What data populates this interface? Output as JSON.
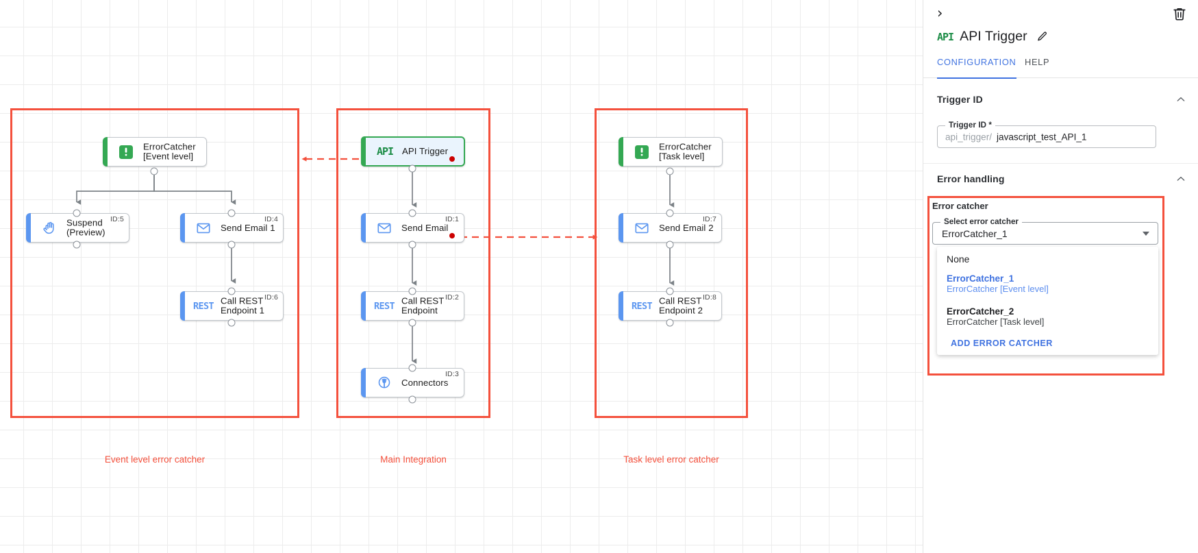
{
  "canvas": {
    "groups": [
      {
        "id": "event-level",
        "label": "Event level error catcher"
      },
      {
        "id": "main-integration",
        "label": "Main Integration"
      },
      {
        "id": "task-level",
        "label": "Task level error catcher"
      }
    ],
    "nodes": [
      {
        "key": "errorcatcher_event",
        "label": "ErrorCatcher\n[Event level]",
        "icon": "error-catcher-icon",
        "id_badge": "",
        "accent": "green",
        "has_error_dot": false
      },
      {
        "key": "suspend",
        "label": "Suspend\n(Preview)",
        "icon": "hand-icon",
        "id_badge": "ID:5",
        "accent": "blue",
        "has_error_dot": false
      },
      {
        "key": "send_email_1",
        "label": "Send Email 1",
        "icon": "envelope-icon",
        "id_badge": "ID:4",
        "accent": "blue",
        "has_error_dot": false
      },
      {
        "key": "call_rest_1",
        "label": "Call REST\nEndpoint 1",
        "icon": "rest-icon",
        "id_badge": "ID:6",
        "accent": "blue",
        "has_error_dot": false
      },
      {
        "key": "api_trigger",
        "label": "API Trigger",
        "icon": "api-icon",
        "id_badge": "",
        "accent": "green",
        "has_error_dot": true
      },
      {
        "key": "send_email",
        "label": "Send Email",
        "icon": "envelope-icon",
        "id_badge": "ID:1",
        "accent": "blue",
        "has_error_dot": true
      },
      {
        "key": "call_rest",
        "label": "Call REST\nEndpoint",
        "icon": "rest-icon",
        "id_badge": "ID:2",
        "accent": "blue",
        "has_error_dot": false
      },
      {
        "key": "connectors",
        "label": "Connectors",
        "icon": "connectors-icon",
        "id_badge": "ID:3",
        "accent": "blue",
        "has_error_dot": false
      },
      {
        "key": "errorcatcher_task",
        "label": "ErrorCatcher\n[Task level]",
        "icon": "error-catcher-icon",
        "id_badge": "",
        "accent": "green",
        "has_error_dot": false
      },
      {
        "key": "send_email_2",
        "label": "Send Email 2",
        "icon": "envelope-icon",
        "id_badge": "ID:7",
        "accent": "blue",
        "has_error_dot": false
      },
      {
        "key": "call_rest_2",
        "label": "Call REST\nEndpoint 2",
        "icon": "rest-icon",
        "id_badge": "ID:8",
        "accent": "blue",
        "has_error_dot": false
      }
    ],
    "colors": {
      "group_outline": "#f4503c",
      "error_link": "#f4503c",
      "edge": "#7c8287",
      "accent_blue": "#5b96f0",
      "accent_green": "#34a853",
      "error_dot": "#cc0000"
    }
  },
  "panel": {
    "collapse_icon": "›",
    "delete_icon": "trash-icon",
    "type_badge": "API",
    "title": "API Trigger",
    "edit_icon": "pencil-icon",
    "tabs": [
      {
        "label": "CONFIGURATION",
        "active": true
      },
      {
        "label": "HELP",
        "active": false
      }
    ],
    "sections": [
      {
        "key": "trigger_id",
        "title": "Trigger ID",
        "expanded": true
      },
      {
        "key": "error_handling",
        "title": "Error handling",
        "expanded": true
      }
    ],
    "trigger_id_field": {
      "legend": "Trigger ID *",
      "prefix": "api_trigger/",
      "value": "javascript_test_API_1"
    },
    "error_catcher": {
      "label": "Error catcher",
      "select_legend": "Select error catcher",
      "selected": "ErrorCatcher_1",
      "options": [
        {
          "primary": "None",
          "secondary": "",
          "selected": false
        },
        {
          "primary": "ErrorCatcher_1",
          "secondary": "ErrorCatcher [Event level]",
          "selected": true
        },
        {
          "primary": "ErrorCatcher_2",
          "secondary": "ErrorCatcher [Task level]",
          "selected": false
        }
      ],
      "add_label": "ADD ERROR CATCHER"
    },
    "colors": {
      "accent": "#3f72e0",
      "highlight": "#f4503c"
    }
  }
}
